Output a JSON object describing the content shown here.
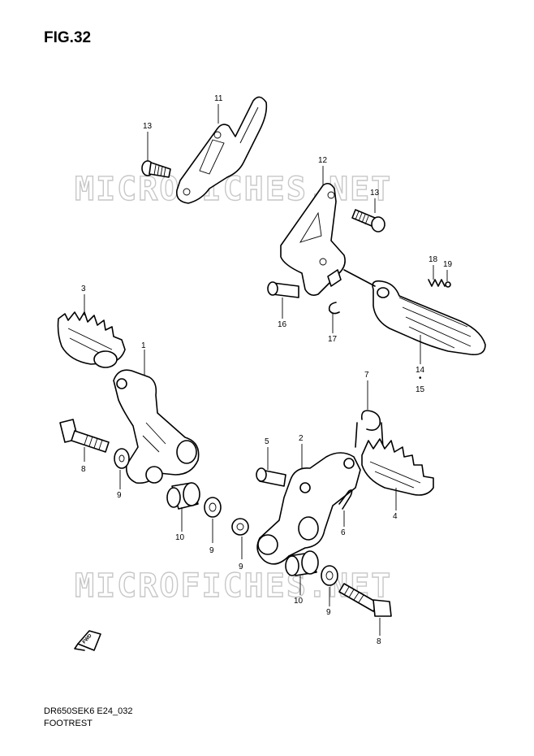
{
  "figure": {
    "title": "FIG.32",
    "code": "DR650SEK6 E24_032",
    "name": "FOOTREST",
    "watermark": "MICROFICHES.NET",
    "direction_badge": "FWD"
  },
  "callouts": {
    "p1": "1",
    "p2": "2",
    "p3": "3",
    "p4": "4",
    "p5": "5",
    "p6": "6",
    "p7": "7",
    "p8a": "8",
    "p8b": "8",
    "p9a": "9",
    "p9b": "9",
    "p9c": "9",
    "p9d": "9",
    "p10a": "10",
    "p10b": "10",
    "p11": "11",
    "p12": "12",
    "p13a": "13",
    "p13b": "13",
    "p14": "14",
    "p15": "15",
    "p15dot": "•",
    "p16": "16",
    "p17": "17",
    "p18": "18",
    "p19": "19"
  }
}
